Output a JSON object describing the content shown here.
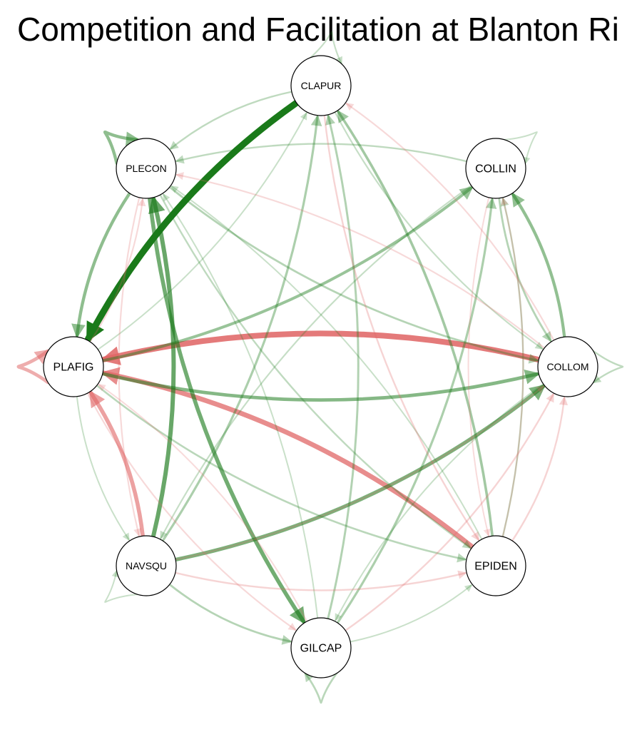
{
  "title": "Competition and Facilitation at Blanton Ri",
  "colors": {
    "facilitation": "#1a7a1a",
    "competition": "#e06666",
    "node_fill": "#ffffff",
    "node_stroke": "#000000"
  },
  "nodes": [
    {
      "id": "CLAPUR",
      "label": "CLAPUR"
    },
    {
      "id": "COLLIN",
      "label": "COLLIN"
    },
    {
      "id": "COLLOM",
      "label": "COLLOM"
    },
    {
      "id": "EPIDEN",
      "label": "EPIDEN"
    },
    {
      "id": "GILCAP",
      "label": "GILCAP"
    },
    {
      "id": "NAVSQU",
      "label": "NAVSQU"
    },
    {
      "id": "PLAFIG",
      "label": "PLAFIG"
    },
    {
      "id": "PLECON",
      "label": "PLECON"
    }
  ],
  "edges": [
    {
      "from": "CLAPUR",
      "to": "PLAFIG",
      "type": "facilitation",
      "weight": 1.0
    },
    {
      "from": "COLLOM",
      "to": "PLAFIG",
      "type": "competition",
      "weight": 0.85
    },
    {
      "from": "EPIDEN",
      "to": "PLAFIG",
      "type": "competition",
      "weight": 0.7
    },
    {
      "from": "NAVSQU",
      "to": "PLAFIG",
      "type": "competition",
      "weight": 0.55
    },
    {
      "from": "PLAFIG",
      "to": "PLAFIG",
      "type": "competition",
      "weight": 0.45
    },
    {
      "from": "NAVSQU",
      "to": "PLECON",
      "type": "facilitation",
      "weight": 0.6
    },
    {
      "from": "PLECON",
      "to": "GILCAP",
      "type": "facilitation",
      "weight": 0.55
    },
    {
      "from": "NAVSQU",
      "to": "COLLOM",
      "type": "facilitation",
      "weight": 0.5
    },
    {
      "from": "PLAFIG",
      "to": "COLLOM",
      "type": "facilitation",
      "weight": 0.45
    },
    {
      "from": "PLECON",
      "to": "PLAFIG",
      "type": "facilitation",
      "weight": 0.4
    },
    {
      "from": "PLECON",
      "to": "PLECON",
      "type": "facilitation",
      "weight": 0.4
    },
    {
      "from": "COLLOM",
      "to": "COLLIN",
      "type": "facilitation",
      "weight": 0.38
    },
    {
      "from": "PLAFIG",
      "to": "COLLIN",
      "type": "facilitation",
      "weight": 0.35
    },
    {
      "from": "EPIDEN",
      "to": "CLAPUR",
      "type": "facilitation",
      "weight": 0.3
    },
    {
      "from": "NAVSQU",
      "to": "CLAPUR",
      "type": "facilitation",
      "weight": 0.25
    },
    {
      "from": "GILCAP",
      "to": "COLLIN",
      "type": "facilitation",
      "weight": 0.25
    },
    {
      "from": "GILCAP",
      "to": "CLAPUR",
      "type": "facilitation",
      "weight": 0.22
    },
    {
      "from": "PLECON",
      "to": "COLLOM",
      "type": "facilitation",
      "weight": 0.2
    },
    {
      "from": "COLLIN",
      "to": "COLLOM",
      "type": "facilitation",
      "weight": 0.2
    },
    {
      "from": "NAVSQU",
      "to": "GILCAP",
      "type": "facilitation",
      "weight": 0.2
    },
    {
      "from": "PLAFIG",
      "to": "EPIDEN",
      "type": "facilitation",
      "weight": 0.18
    },
    {
      "from": "GILCAP",
      "to": "GILCAP",
      "type": "facilitation",
      "weight": 0.18
    },
    {
      "from": "COLLOM",
      "to": "COLLOM",
      "type": "facilitation",
      "weight": 0.15
    },
    {
      "from": "CLAPUR",
      "to": "PLECON",
      "type": "facilitation",
      "weight": 0.15
    },
    {
      "from": "COLLIN",
      "to": "PLECON",
      "type": "facilitation",
      "weight": 0.15
    },
    {
      "from": "PLECON",
      "to": "EPIDEN",
      "type": "facilitation",
      "weight": 0.15
    },
    {
      "from": "EPIDEN",
      "to": "COLLIN",
      "type": "facilitation",
      "weight": 0.15
    },
    {
      "from": "COLLIN",
      "to": "NAVSQU",
      "type": "facilitation",
      "weight": 0.12
    },
    {
      "from": "CLAPUR",
      "to": "CLAPUR",
      "type": "facilitation",
      "weight": 0.12
    },
    {
      "from": "COLLIN",
      "to": "COLLIN",
      "type": "facilitation",
      "weight": 0.1
    },
    {
      "from": "NAVSQU",
      "to": "NAVSQU",
      "type": "facilitation",
      "weight": 0.1
    },
    {
      "from": "PLAFIG",
      "to": "NAVSQU",
      "type": "facilitation",
      "weight": 0.1
    },
    {
      "from": "CLAPUR",
      "to": "COLLOM",
      "type": "facilitation",
      "weight": 0.12
    },
    {
      "from": "GILCAP",
      "to": "EPIDEN",
      "type": "facilitation",
      "weight": 0.1
    },
    {
      "from": "COLLOM",
      "to": "GILCAP",
      "type": "facilitation",
      "weight": 0.1
    },
    {
      "from": "EPIDEN",
      "to": "PLECON",
      "type": "facilitation",
      "weight": 0.1
    },
    {
      "from": "GILCAP",
      "to": "PLECON",
      "type": "facilitation",
      "weight": 0.1
    },
    {
      "from": "PLAFIG",
      "to": "CLAPUR",
      "type": "facilitation",
      "weight": 0.1
    },
    {
      "from": "NAVSQU",
      "to": "EPIDEN",
      "type": "competition",
      "weight": 0.15
    },
    {
      "from": "CLAPUR",
      "to": "EPIDEN",
      "type": "competition",
      "weight": 0.15
    },
    {
      "from": "COLLOM",
      "to": "CLAPUR",
      "type": "competition",
      "weight": 0.12
    },
    {
      "from": "EPIDEN",
      "to": "COLLOM",
      "type": "competition",
      "weight": 0.15
    },
    {
      "from": "GILCAP",
      "to": "COLLOM",
      "type": "competition",
      "weight": 0.15
    },
    {
      "from": "NAVSQU",
      "to": "COLLOM",
      "type": "competition",
      "weight": 0.12
    },
    {
      "from": "PLAFIG",
      "to": "PLECON",
      "type": "competition",
      "weight": 0.12
    },
    {
      "from": "COLLOM",
      "to": "PLECON",
      "type": "competition",
      "weight": 0.12
    },
    {
      "from": "PLECON",
      "to": "NAVSQU",
      "type": "competition",
      "weight": 0.12
    },
    {
      "from": "EPIDEN",
      "to": "COLLIN",
      "type": "competition",
      "weight": 0.1
    },
    {
      "from": "PLAFIG",
      "to": "GILCAP",
      "type": "competition",
      "weight": 0.12
    },
    {
      "from": "GILCAP",
      "to": "PLAFIG",
      "type": "competition",
      "weight": 0.1
    },
    {
      "from": "COLLIN",
      "to": "EPIDEN",
      "type": "competition",
      "weight": 0.1
    }
  ]
}
